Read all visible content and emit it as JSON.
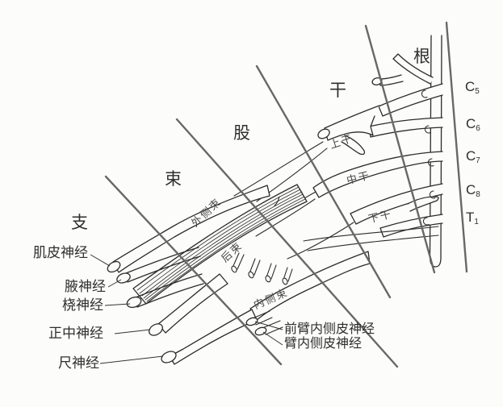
{
  "zones": {
    "branches": "支",
    "cords": "束",
    "divisions": "股",
    "trunks": "干",
    "roots": "根"
  },
  "spinal_roots": [
    {
      "letter": "C",
      "sub": "5"
    },
    {
      "letter": "C",
      "sub": "6"
    },
    {
      "letter": "C",
      "sub": "7"
    },
    {
      "letter": "C",
      "sub": "8"
    },
    {
      "letter": "T",
      "sub": "1"
    }
  ],
  "trunk_labels": {
    "upper": "上干",
    "middle": "中干",
    "lower": "下干"
  },
  "cord_labels": {
    "lateral": "外侧束",
    "posterior": "后束",
    "medial": "内侧束"
  },
  "branch_labels": {
    "musculocutaneous": "肌皮神经",
    "axillary": "腋神经",
    "radial": "桡神经",
    "median": "正中神经",
    "ulnar": "尺神经",
    "medial_antebrachial_cutaneous": "前臂内侧皮神经",
    "medial_brachial_cutaneous": "臂内侧皮神经"
  },
  "colors": {
    "line_art": "#2b2b2b",
    "divider_line": "#686868",
    "background": "#fcfcfa",
    "text": "#2e2e2e"
  }
}
